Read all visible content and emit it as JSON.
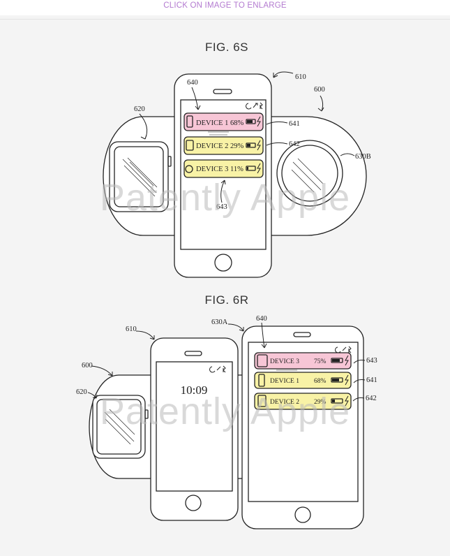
{
  "banner": {
    "text": "CLICK ON IMAGE TO ENLARGE"
  },
  "watermark": {
    "text": "Patently Apple"
  },
  "colors": {
    "pink": "#f7c6d6",
    "yellow": "#f8f2a6",
    "line": "#222222",
    "banner": "#b37ad0"
  },
  "fig6s": {
    "title": "FIG. 6S",
    "refs": {
      "phone": "610",
      "mat": "600",
      "watch": "620",
      "screen": "640",
      "row1": "641",
      "row2": "642",
      "row3": "643",
      "case": "630B"
    },
    "rows": [
      {
        "label": "DEVICE 1",
        "pct": "68%"
      },
      {
        "label": "DEVICE 2",
        "pct": "29%"
      },
      {
        "label": "DEVICE 3",
        "pct": "11%"
      }
    ]
  },
  "fig6r": {
    "title": "FIG.  6R",
    "refs": {
      "phone1": "610",
      "phone2": "630A",
      "mat": "600",
      "watch": "620",
      "screen": "640",
      "row1": "643",
      "row2": "641",
      "row3": "642"
    },
    "time": "10:09",
    "rows": [
      {
        "label": "DEVICE 3",
        "pct": "75%"
      },
      {
        "label": "DEVICE 1",
        "pct": "68%"
      },
      {
        "label": "DEVICE 2",
        "pct": "29%"
      }
    ]
  }
}
